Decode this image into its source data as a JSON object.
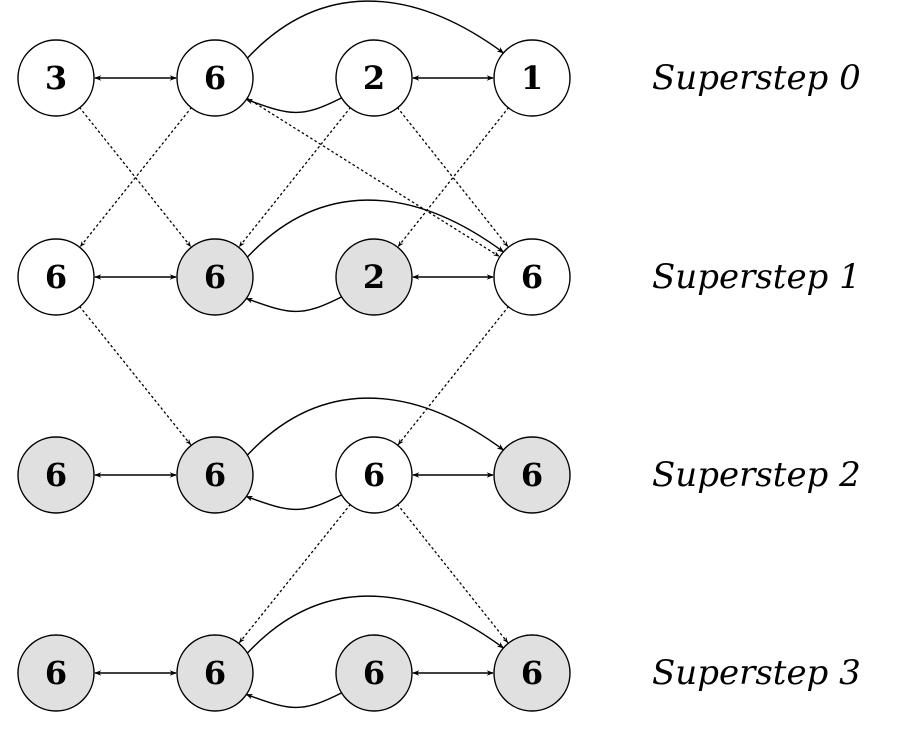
{
  "colors": {
    "active": "#ffffff",
    "halted": "#e0e0e0",
    "stroke": "#000000"
  },
  "supersteps": [
    {
      "label": "Superstep 0",
      "nodes": [
        {
          "value": "3",
          "state": "active"
        },
        {
          "value": "6",
          "state": "active"
        },
        {
          "value": "2",
          "state": "active"
        },
        {
          "value": "1",
          "state": "active"
        }
      ]
    },
    {
      "label": "Superstep 1",
      "nodes": [
        {
          "value": "6",
          "state": "active"
        },
        {
          "value": "6",
          "state": "halted"
        },
        {
          "value": "2",
          "state": "halted"
        },
        {
          "value": "6",
          "state": "active"
        }
      ]
    },
    {
      "label": "Superstep 2",
      "nodes": [
        {
          "value": "6",
          "state": "halted"
        },
        {
          "value": "6",
          "state": "halted"
        },
        {
          "value": "6",
          "state": "active"
        },
        {
          "value": "6",
          "state": "halted"
        }
      ]
    },
    {
      "label": "Superstep 3",
      "nodes": [
        {
          "value": "6",
          "state": "halted"
        },
        {
          "value": "6",
          "state": "halted"
        },
        {
          "value": "6",
          "state": "halted"
        },
        {
          "value": "6",
          "state": "halted"
        }
      ]
    }
  ],
  "graph_edges": [
    {
      "from": 0,
      "to": 1,
      "kind": "bidirectional"
    },
    {
      "from": 2,
      "to": 3,
      "kind": "bidirectional"
    },
    {
      "from": 1,
      "to": 3,
      "kind": "directed"
    },
    {
      "from": 2,
      "to": 1,
      "kind": "directed"
    }
  ],
  "messages": [
    {
      "step": 0,
      "from": 0,
      "to": 1
    },
    {
      "step": 0,
      "from": 1,
      "to": 0
    },
    {
      "step": 0,
      "from": 1,
      "to": 3
    },
    {
      "step": 0,
      "from": 2,
      "to": 1
    },
    {
      "step": 0,
      "from": 2,
      "to": 3
    },
    {
      "step": 0,
      "from": 3,
      "to": 2
    },
    {
      "step": 1,
      "from": 0,
      "to": 1
    },
    {
      "step": 1,
      "from": 3,
      "to": 2
    },
    {
      "step": 2,
      "from": 2,
      "to": 1
    },
    {
      "step": 2,
      "from": 2,
      "to": 3
    }
  ]
}
